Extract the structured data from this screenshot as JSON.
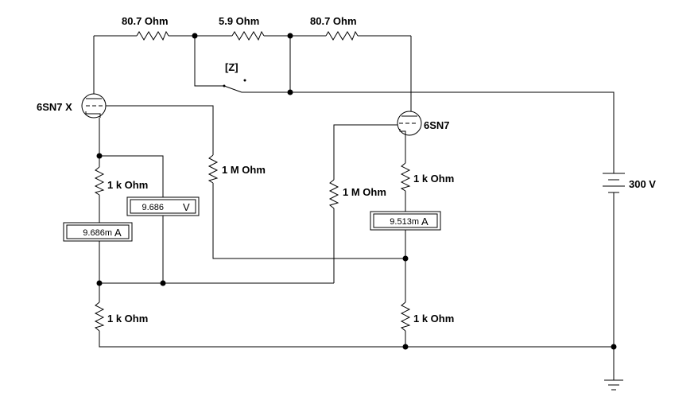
{
  "resistors": {
    "r_top_left": "80.7  Ohm",
    "r_top_mid": "5.9  Ohm",
    "r_top_right": "80.7  Ohm",
    "r_left_cathode": "1 k Ohm",
    "r_left_grid": "1 M Ohm",
    "r_right_grid": "1 M Ohm",
    "r_right_cathode": "1 k Ohm",
    "r_left_bottom": "1 k Ohm",
    "r_right_bottom": "1 k Ohm"
  },
  "tubes": {
    "left": "6SN7 X",
    "right": "6SN7"
  },
  "switch": {
    "key": "[Z]"
  },
  "source": {
    "voltage": "300 V"
  },
  "meters": {
    "left_current": {
      "value": "9.686m",
      "unit": "A"
    },
    "voltmeter": {
      "value": "9.686",
      "unit": "V"
    },
    "right_current": {
      "value": "9.513m",
      "unit": "A"
    }
  }
}
